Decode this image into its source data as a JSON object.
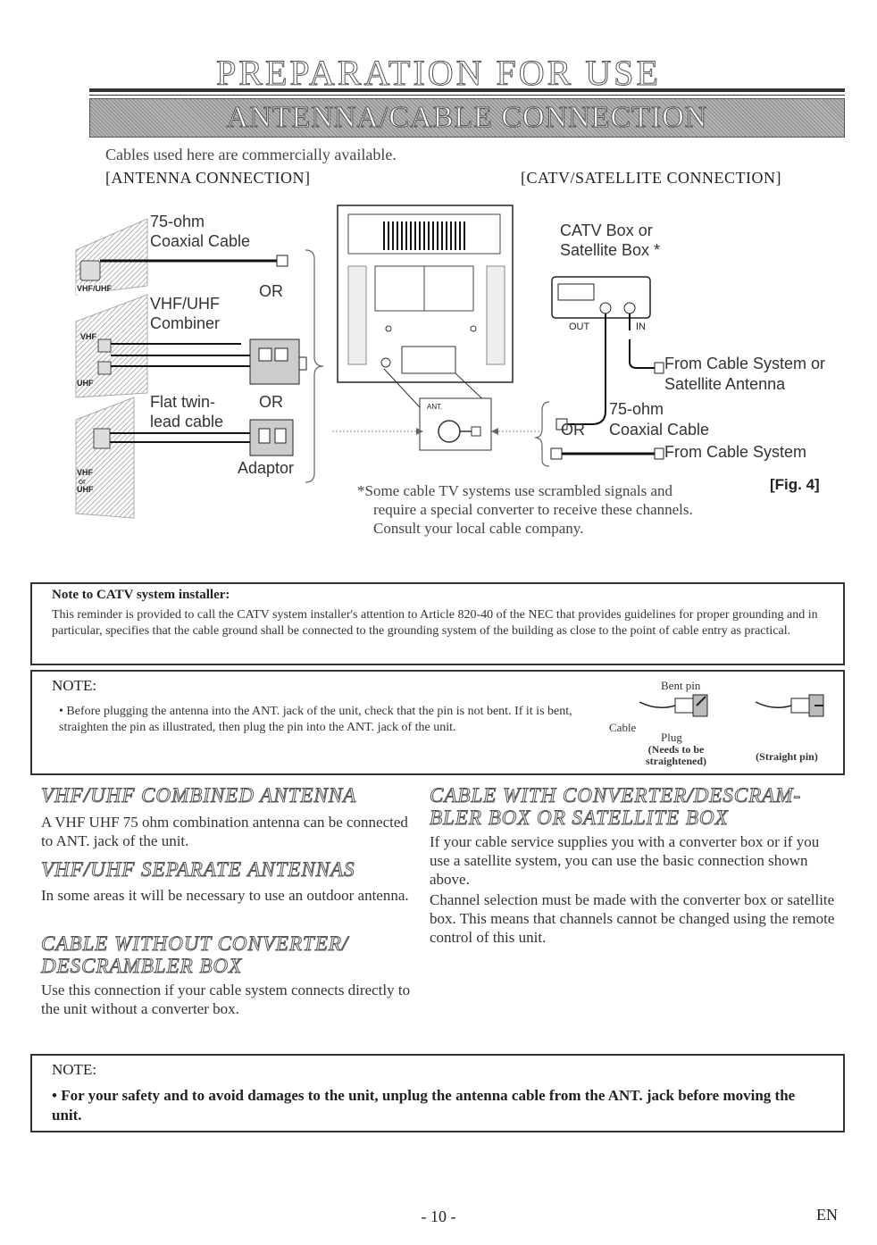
{
  "page": {
    "title": "PREPARATION FOR USE",
    "section_banner": "ANTENNA/CABLE CONNECTION",
    "intro": "Cables used here are commercially available.",
    "antenna_heading": "[ANTENNA CONNECTION]",
    "catv_heading": "[CATV/SATELLITE CONNECTION]",
    "page_number": "- 10 -",
    "lang": "EN"
  },
  "antenna_diagram": {
    "coax_label_1": "75-ohm",
    "coax_label_2": "Coaxial Cable",
    "or_1": "OR",
    "combiner_1": "VHF/UHF",
    "combiner_2": "Combiner",
    "or_2": "OR",
    "twin_1": "Flat twin-",
    "twin_2": "lead cable",
    "adaptor": "Adaptor",
    "vhfuhf_tag": "VHF/UHF",
    "vhf_tag": "VHF",
    "uhf_tag": "UHF",
    "vhf_or_uhf_tag_1": "VHF",
    "vhf_or_uhf_tag_2": "or",
    "vhf_or_uhf_tag_3": "UHF",
    "ant_jack": "ANT."
  },
  "catv_diagram": {
    "box_label_1": "CATV Box or",
    "box_label_2": "Satellite Box *",
    "out": "OUT",
    "in": "IN",
    "from_cable_sat_1": "From Cable System or",
    "from_cable_sat_2": "Satellite Antenna",
    "coax_1": "75-ohm",
    "or": "OR",
    "coax_2": "Coaxial Cable",
    "from_cable": "From Cable System",
    "footnote_1": "*Some cable TV systems use scrambled signals and",
    "footnote_2": "require a special converter to receive these channels.",
    "footnote_3": "Consult your local cable company.",
    "fig": "[Fig. 4]"
  },
  "installer_note": {
    "heading": "Note to CATV system installer:",
    "body": "This reminder is provided to call the CATV system installer's attention to Article 820-40 of the NEC that provides guidelines for proper grounding and in particular, specifies that the cable ground shall be connected to the grounding system of the building as close to the point of cable entry as practical."
  },
  "pin_note": {
    "heading": "NOTE:",
    "body": "• Before plugging the antenna into the ANT. jack of the unit, check that the pin is not bent. If it is bent, straighten the pin as illustrated, then plug the pin into the ANT. jack of the unit.",
    "bent_pin": "Bent pin",
    "cable": "Cable",
    "plug": "Plug",
    "needs_1": "(Needs to be",
    "needs_2": "straightened)",
    "straight": "(Straight pin)"
  },
  "sections": {
    "combined_h": "VHF/UHF COMBINED ANTENNA",
    "combined_p": "A VHF UHF 75 ohm combination antenna can be connected to ANT. jack of the unit.",
    "separate_h": "VHF/UHF SEPARATE ANTENNAS",
    "separate_p": "In some areas it will be necessary to use an outdoor antenna.",
    "nobox_h1": "CABLE WITHOUT CONVERTER/",
    "nobox_h2": "DESCRAMBLER BOX",
    "nobox_p": "Use this connection if your cable system connects directly to the unit without a converter box.",
    "withbox_h1": "CABLE WITH CONVERTER/DESCRAM-",
    "withbox_h2": "BLER BOX OR SATELLITE BOX",
    "withbox_p1": "If your cable service supplies you with a converter box or if you use a satellite system, you can use the basic connection shown above.",
    "withbox_p2": "Channel selection must be made with the converter box or satellite box. This means that channels cannot be changed using the remote control of this unit."
  },
  "safety_note": {
    "heading": "NOTE:",
    "body": "• For your safety and to avoid damages to the unit, unplug the antenna cable from the ANT. jack before moving the unit."
  }
}
